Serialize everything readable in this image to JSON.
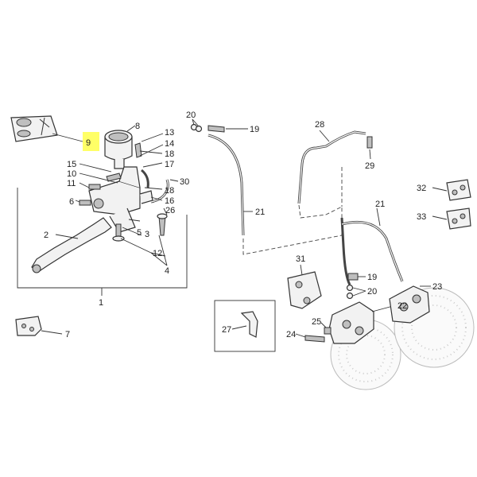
{
  "highlight_color": "#ffff66",
  "callouts": {
    "c1": "1",
    "c2": "2",
    "c3": "3",
    "c4": "4",
    "c5": "5",
    "c6": "6",
    "c7": "7",
    "c8": "8",
    "c9": "9",
    "c10": "10",
    "c11": "11",
    "c12": "12",
    "c13": "13",
    "c14": "14",
    "c15": "15",
    "c16": "16",
    "c17": "17",
    "c18a": "18",
    "c18b": "18",
    "c19a": "19",
    "c19b": "19",
    "c20a": "20",
    "c20b": "20",
    "c21a": "21",
    "c21b": "21",
    "c22": "22",
    "c23": "23",
    "c24": "24",
    "c25": "25",
    "c26": "26",
    "c27": "27",
    "c28": "28",
    "c29": "29",
    "c30": "30",
    "c31": "31",
    "c32": "32",
    "c33": "33"
  }
}
